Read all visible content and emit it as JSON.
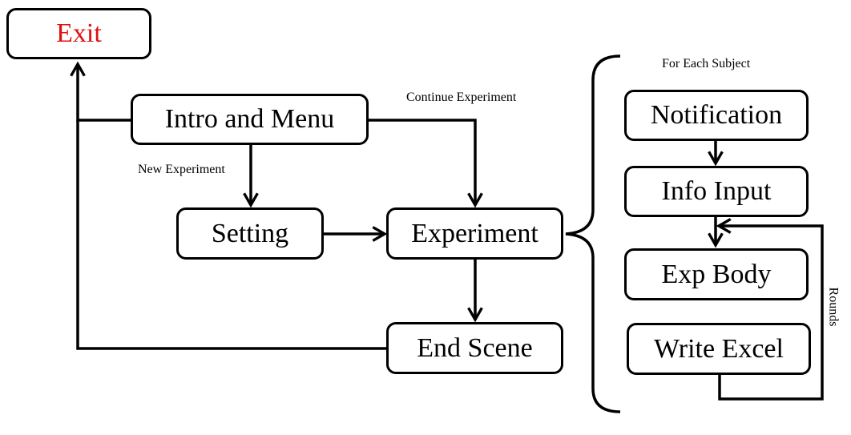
{
  "colors": {
    "exit_text": "#e01010",
    "line": "#000000",
    "background": "#ffffff"
  },
  "nodes": {
    "exit": "Exit",
    "intro_menu": "Intro and Menu",
    "setting": "Setting",
    "experiment": "Experiment",
    "end_scene": "End Scene",
    "notification": "Notification",
    "info_input": "Info Input",
    "exp_body": "Exp Body",
    "write_excel": "Write Excel"
  },
  "labels": {
    "continue_experiment": "Continue Experiment",
    "new_experiment": "New Experiment",
    "for_each_subject": "For Each Subject",
    "rounds": "Rounds"
  }
}
